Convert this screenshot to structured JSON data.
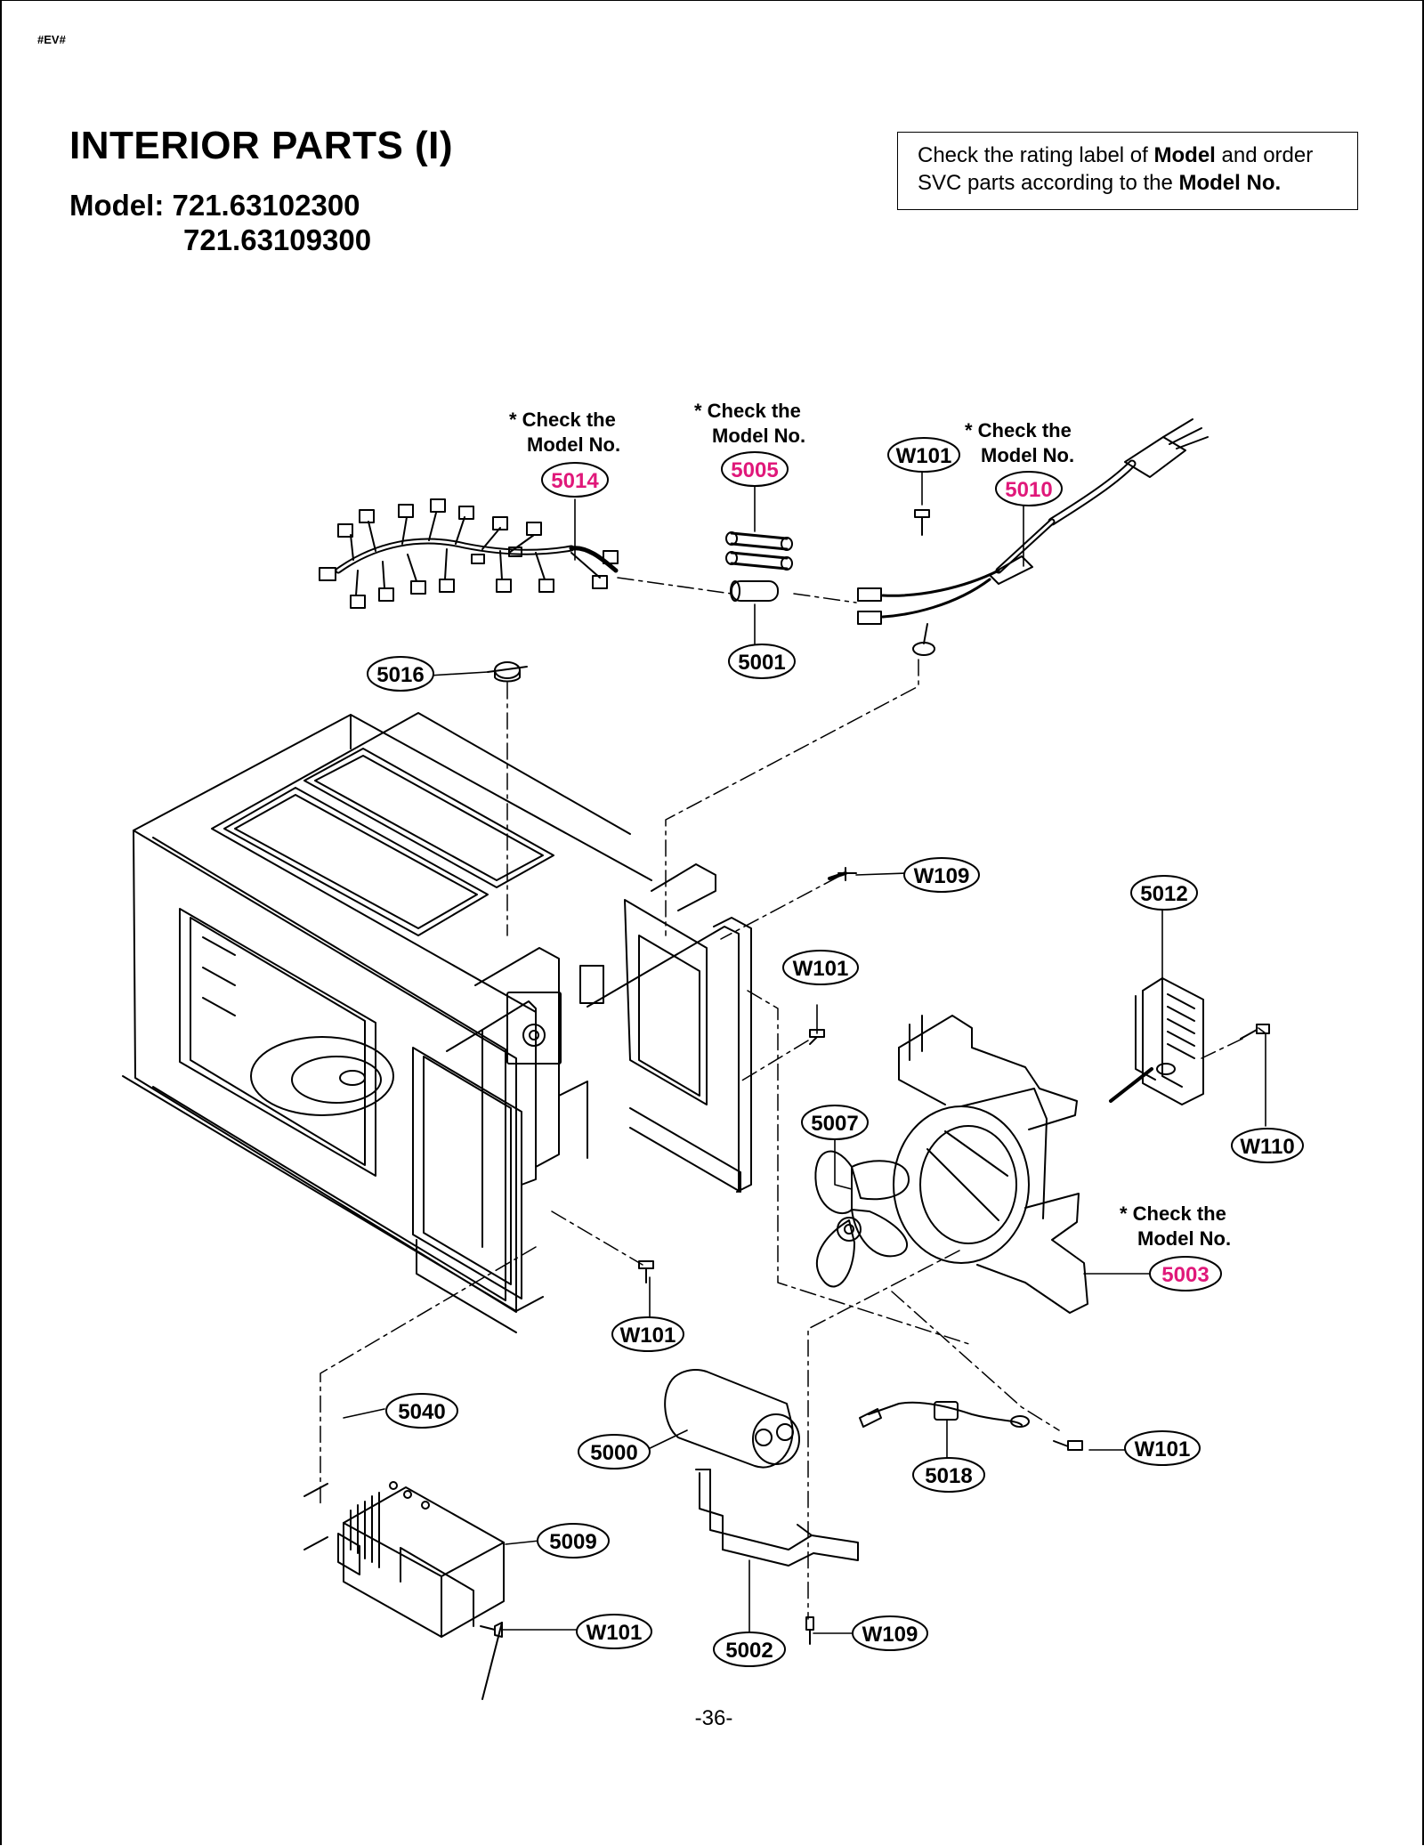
{
  "header": {
    "tag": "#EV#",
    "title": "INTERIOR PARTS (I)",
    "model_line1": "Model: 721.63102300",
    "model_line2": "721.63109300"
  },
  "notice": {
    "text1": "Check the rating label of ",
    "bold1": "Model",
    "text2": " and order",
    "text3": "SVC parts according to the ",
    "bold2": "Model No."
  },
  "notes": {
    "check_line1": "* Check the",
    "check_line2": "Model No."
  },
  "colors": {
    "highlight": "#e0187a",
    "ink": "#000000"
  },
  "parts": {
    "p5014": "5014",
    "p5005": "5005",
    "p5010": "5010",
    "p5001": "5001",
    "p5016": "5016",
    "p5012": "5012",
    "p5007": "5007",
    "p5003": "5003",
    "p5040": "5040",
    "p5000": "5000",
    "p5018": "5018",
    "p5009": "5009",
    "p5002": "5002",
    "w101": "W101",
    "w109": "W109",
    "w110": "W110"
  },
  "footer": {
    "page": "-36-"
  }
}
